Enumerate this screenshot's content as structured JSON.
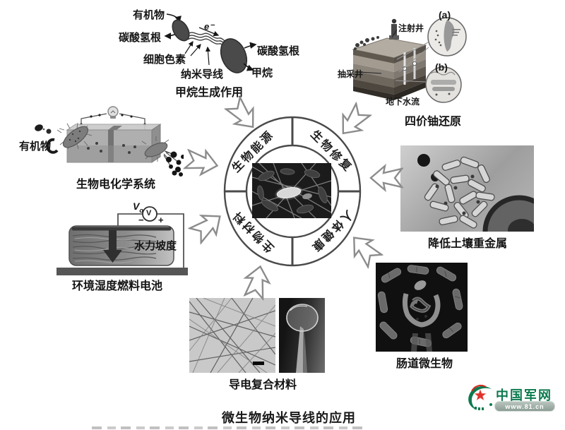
{
  "title": "微生物纳米导线的应用",
  "center": {
    "quadrants": [
      {
        "label": "生物能源"
      },
      {
        "label": "生物修复"
      },
      {
        "label": "人体健康"
      },
      {
        "label": "生物材料"
      }
    ]
  },
  "methanogenesis": {
    "caption": "甲烷生成作用",
    "organic": "有机物",
    "bicarbonate_left": "碳酸氢根",
    "cytochrome": "细胞色素",
    "nanowire": "纳米导线",
    "electron": "e⁻",
    "bicarbonate_right": "碳酸氢根",
    "methane": "甲烷"
  },
  "uranium": {
    "caption": "四价铀还原",
    "injection_well": "注射井",
    "extraction_well": "抽采井",
    "groundwater": "地下水流",
    "inset_a": "(a)",
    "inset_b": "(b)"
  },
  "bioelectrochemical": {
    "caption": "生物电化学系统",
    "organic": "有机物"
  },
  "fuel_cell": {
    "caption": "环境湿度燃料电池",
    "gradient": "水力坡度",
    "source_v": "V",
    "source_sub": "o",
    "meter_v": "V",
    "minus": "−",
    "plus": "+"
  },
  "heavy_metals": {
    "caption": "降低土壤重金属"
  },
  "gut": {
    "caption": "肠道微生物"
  },
  "composite": {
    "caption": "导电复合材料"
  },
  "logo": {
    "name": "中国军网",
    "url": "www.81.cn"
  },
  "colors": {
    "logo_green": "#0c7a4e",
    "logo_red": "#e0322a",
    "ring_stroke": "#4a4a4a",
    "arrow_stroke": "#8c8c8c"
  }
}
